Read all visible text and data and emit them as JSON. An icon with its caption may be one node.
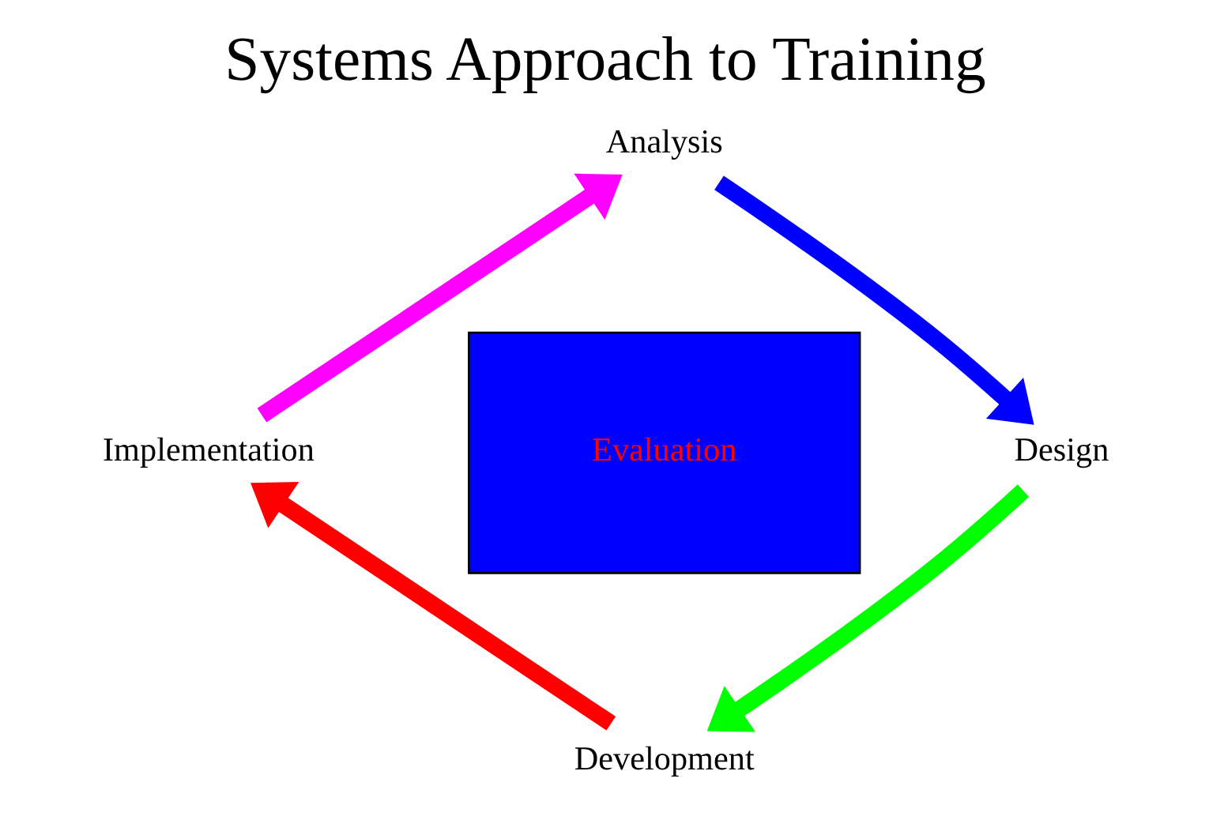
{
  "diagram": {
    "title": "Systems Approach to Training",
    "nodes": [
      {
        "text": [
          "Analysis"
        ]
      },
      {
        "text": [
          "Implementation"
        ]
      },
      {
        "text": [
          "Evaluation"
        ]
      },
      {
        "text": [
          "Design"
        ]
      },
      {
        "text": [
          "Development"
        ]
      }
    ],
    "edges": [
      {
        "from": 1,
        "to": 0,
        "arrow": "to",
        "color": "#ff00ff"
      },
      {
        "from": 0,
        "to": 3,
        "arrow": "to",
        "color": "#0000ff"
      },
      {
        "from": 3,
        "to": 4,
        "arrow": "to",
        "color": "#00ff00"
      },
      {
        "from": 4,
        "to": 1,
        "arrow": "to",
        "color": "#ff0000"
      }
    ]
  }
}
